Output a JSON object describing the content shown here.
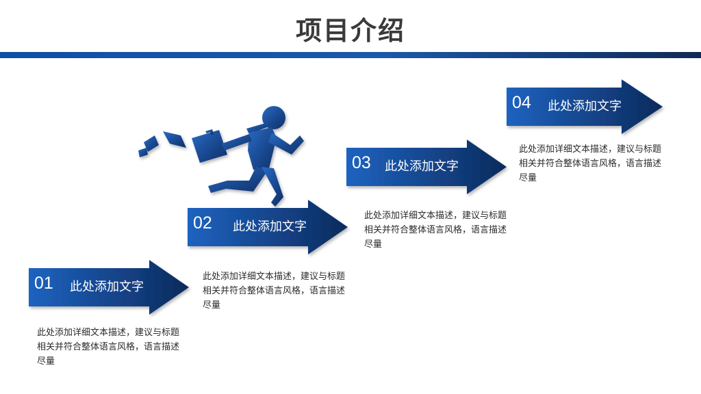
{
  "title": "项目介绍",
  "colors": {
    "accent_light": "#1e63c0",
    "accent_dark": "#0c2a5c"
  },
  "steps": [
    {
      "num": "01",
      "label": "此处添加文字",
      "desc": "此处添加详细文本描述，建议与标题相关并符合整体语言风格，语言描述尽量"
    },
    {
      "num": "02",
      "label": "此处添加文字",
      "desc": "此处添加详细文本描述，建议与标题相关并符合整体语言风格，语言描述尽量"
    },
    {
      "num": "03",
      "label": "此处添加文字",
      "desc": "此处添加详细文本描述，建议与标题相关并符合整体语言风格，语言描述尽量"
    },
    {
      "num": "04",
      "label": "此处添加文字",
      "desc": "此处添加详细文本描述，建议与标题相关并符合整体语言风格，语言描述尽量"
    }
  ],
  "illustration": {
    "icon": "running-businessman-icon"
  }
}
